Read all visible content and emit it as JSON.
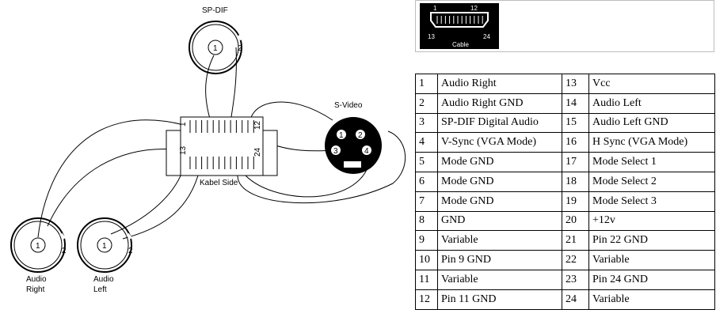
{
  "diagram": {
    "spdif_label": "SP-DIF",
    "svideo_label": "S-Video",
    "kabel_label": "Kabel Side",
    "audio_right_label": [
      "Audio",
      "Right"
    ],
    "audio_left_label": [
      "Audio",
      "Left"
    ],
    "pin_1": "1",
    "pin_2": "2",
    "connector_pin_1": "1",
    "connector_pin_12": "12",
    "connector_pin_13": "13",
    "connector_pin_24": "24",
    "svideo_pins": [
      "1",
      "2",
      "3",
      "4"
    ]
  },
  "cable_icon": {
    "pin_1": "1",
    "pin_12": "12",
    "pin_13": "13",
    "pin_24": "24",
    "label": "Cable"
  },
  "pin_table": {
    "rows": [
      {
        "pin_a": "1",
        "label_a": "Audio Right",
        "pin_b": "13",
        "label_b": "Vcc"
      },
      {
        "pin_a": "2",
        "label_a": "Audio Right GND",
        "pin_b": "14",
        "label_b": "Audio Left"
      },
      {
        "pin_a": "3",
        "label_a": "SP-DIF Digital Audio",
        "pin_b": "15",
        "label_b": "Audio Left GND"
      },
      {
        "pin_a": "4",
        "label_a": "V-Sync (VGA Mode)",
        "pin_b": "16",
        "label_b": "H Sync (VGA Mode)"
      },
      {
        "pin_a": "5",
        "label_a": "Mode GND",
        "pin_b": "17",
        "label_b": "Mode Select 1"
      },
      {
        "pin_a": "6",
        "label_a": "Mode GND",
        "pin_b": "18",
        "label_b": "Mode Select 2"
      },
      {
        "pin_a": "7",
        "label_a": "Mode GND",
        "pin_b": "19",
        "label_b": "Mode Select 3"
      },
      {
        "pin_a": "8",
        "label_a": "GND",
        "pin_b": "20",
        "label_b": "+12v"
      },
      {
        "pin_a": "9",
        "label_a": "Variable",
        "pin_b": "21",
        "label_b": "Pin 22 GND"
      },
      {
        "pin_a": "10",
        "label_a": "Pin 9 GND",
        "pin_b": "22",
        "label_b": "Variable"
      },
      {
        "pin_a": "11",
        "label_a": "Variable",
        "pin_b": "23",
        "label_b": "Pin 24 GND"
      },
      {
        "pin_a": "12",
        "label_a": "Pin 11 GND",
        "pin_b": "24",
        "label_b": "Variable"
      }
    ]
  }
}
